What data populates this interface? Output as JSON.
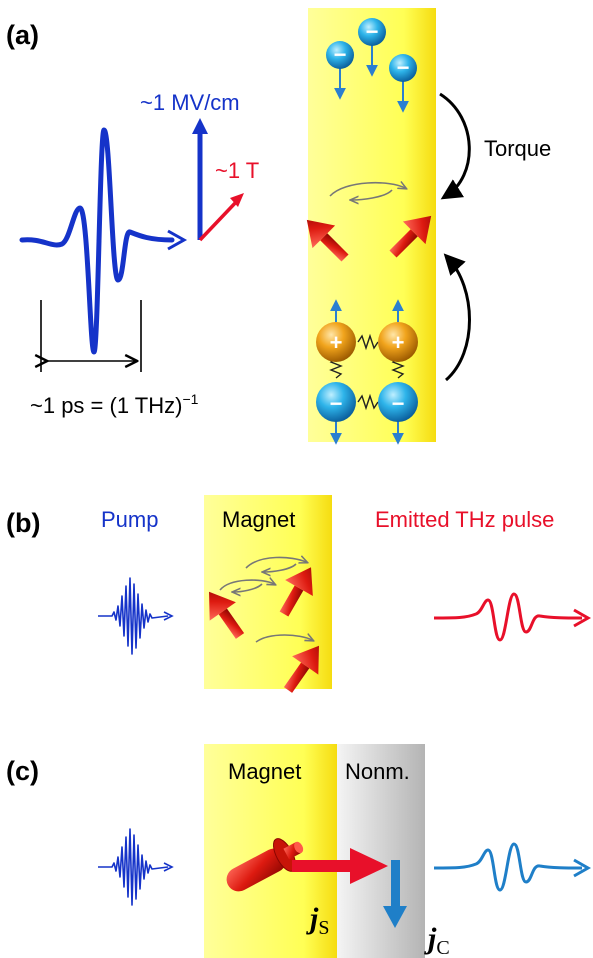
{
  "panel_a": {
    "label": "(a)",
    "e_field": "~1 MV/cm",
    "b_field": "~1 T",
    "duration_main": "~1 ps = (1 THz)",
    "duration_sup": "−1",
    "torque": "Torque"
  },
  "panel_b": {
    "label": "(b)",
    "pump": "Pump",
    "magnet": "Magnet",
    "emitted": "Emitted THz pulse"
  },
  "panel_c": {
    "label": "(c)",
    "magnet": "Magnet",
    "nonmagnet": "Nonm.",
    "js_symbol": "j",
    "js_sub": "S",
    "jc_symbol": "j",
    "jc_sub": "C"
  },
  "ions": {
    "negative": "−",
    "positive": "+"
  },
  "colors": {
    "pump_blue": "#1a3fd6",
    "emitted_red": "#e8102a",
    "current_blue": "#1f7fc8",
    "magnet_yellow": "#fff36a",
    "nonmagnet_gray": "#c8c8c8"
  }
}
